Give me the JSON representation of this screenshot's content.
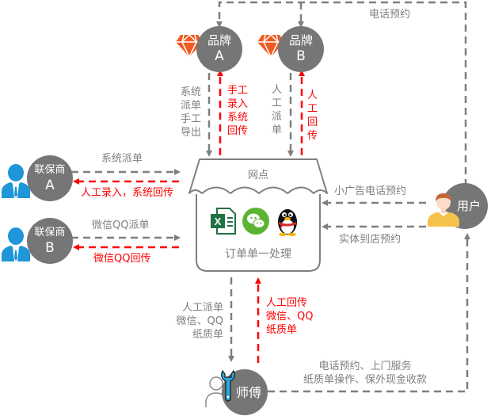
{
  "colors": {
    "node_fill": "#767676",
    "gray_flow": "#7f7f7f",
    "red_flow": "#ff0000",
    "brand_gem": "#f15a22",
    "agent_blue": "#1e96d7",
    "excel_green": "#1f7244",
    "wechat_green": "#5bb334"
  },
  "nodes": {
    "brand_a": {
      "line1": "品牌",
      "line2": "A",
      "icon": "gem-icon"
    },
    "brand_b": {
      "line1": "品牌",
      "line2": "B",
      "icon": "gem-icon"
    },
    "agent_a": {
      "line1": "联保商",
      "line2": "A",
      "icon": "businessman-icon"
    },
    "agent_b": {
      "line1": "联保商",
      "line2": "B",
      "icon": "businessman-icon"
    },
    "outlet": {
      "title": "网点",
      "caption": "订单单一处理",
      "icons": [
        "excel-icon",
        "wechat-icon",
        "qq-penguin-icon"
      ]
    },
    "user": {
      "label": "用户",
      "icon": "person-icon"
    },
    "technician": {
      "label": "师傅",
      "icon": "wrench-person-icon"
    }
  },
  "edges": {
    "user_to_brands": "电话预约",
    "brand_a_down": "系统派单手工导出",
    "brand_a_up": "手工录入系统回传",
    "brand_b_down": "人工派单",
    "brand_b_up": "人工回传",
    "agent_a_right": "系统派单",
    "agent_a_left": "人工录入，系统回传",
    "agent_b_right": "微信QQ派单",
    "agent_b_left": "微信QQ回传",
    "user_ad_call": "小广告电话预约",
    "user_walkin": "实体到店预约",
    "outlet_to_tech": [
      "人工派单",
      "微信、QQ",
      "纸质单"
    ],
    "tech_to_outlet": [
      "人工回传",
      "微信、QQ",
      "纸质单"
    ],
    "tech_to_user": [
      "电话预约、上门服务",
      "纸质单操作、保外现金收款"
    ]
  }
}
